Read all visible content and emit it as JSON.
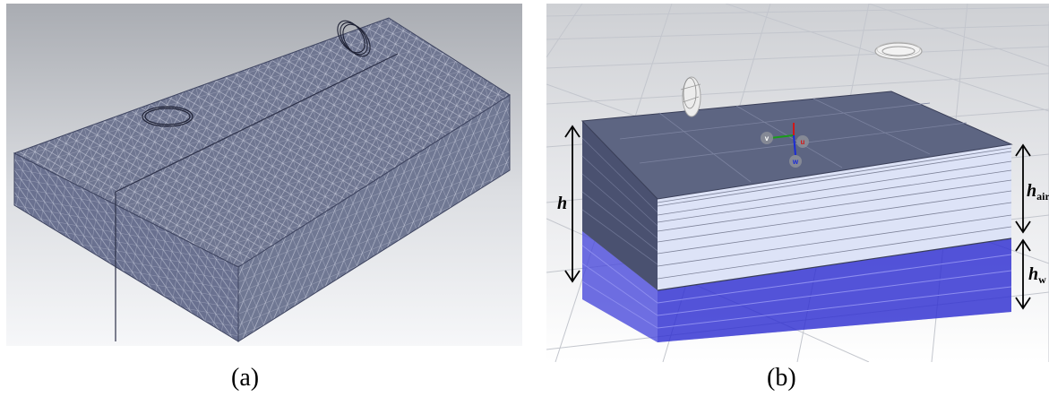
{
  "panels": {
    "a": {
      "caption": "(a)"
    },
    "b": {
      "caption": "(b)",
      "dimension_labels": {
        "h": "h",
        "h_air_main": "h",
        "h_air_sub": "air",
        "h_w_main": "h",
        "h_w_sub": "w"
      },
      "axis_labels": {
        "u": "u",
        "v": "v",
        "w": "w"
      }
    }
  },
  "colors": {
    "mesh_fill": "#6f7691",
    "mesh_line": "#c4c8d8",
    "dark_slab_top": "#5d6582",
    "dark_slab_side": "#4a5170",
    "air_layers": "#dde3f7",
    "water_layers": "#3b3bd9",
    "grid_line": "#c9ccd2",
    "axis_green": "#1a9c1a",
    "axis_red": "#d01919",
    "axis_blue": "#1a2bd6"
  }
}
